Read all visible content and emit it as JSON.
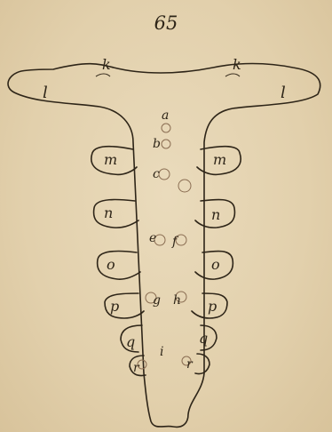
{
  "page_number": "65",
  "figure": {
    "labels": {
      "k": "k",
      "l": "l",
      "a": "a",
      "b": "b",
      "c": "c",
      "m": "m",
      "n": "n",
      "e": "e",
      "f": "f",
      "o": "o",
      "p": "p",
      "g": "g",
      "h": "h",
      "q": "q",
      "i": "i",
      "r": "r"
    }
  },
  "colors": {
    "paper": "#e6d6b4",
    "ink": "#2e2518",
    "stain": "#8a6d52"
  }
}
